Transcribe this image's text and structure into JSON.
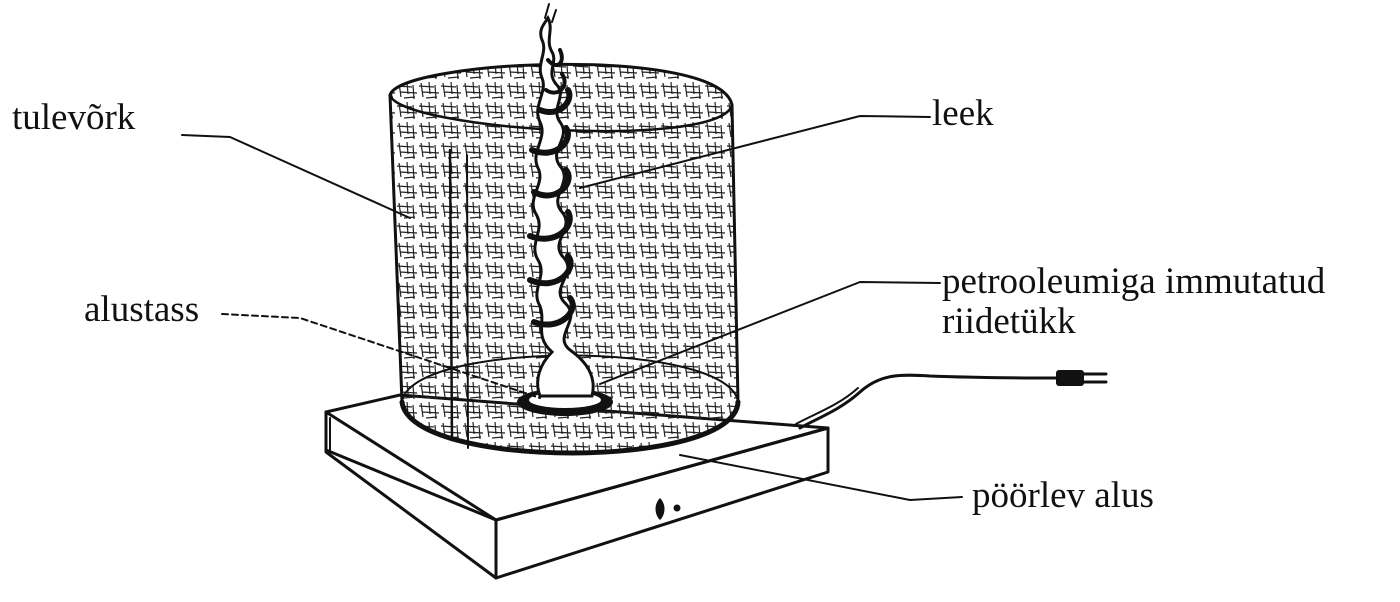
{
  "diagram": {
    "labels": {
      "tulevork": "tulevõrk",
      "leek": "leek",
      "alustass": "alustass",
      "petroleum_line1": "petrooleumiga immutatud",
      "petroleum_line2": "riidetükk",
      "alus": "pöörlev alus"
    },
    "ink_color": "#111111",
    "background": "#ffffff"
  }
}
